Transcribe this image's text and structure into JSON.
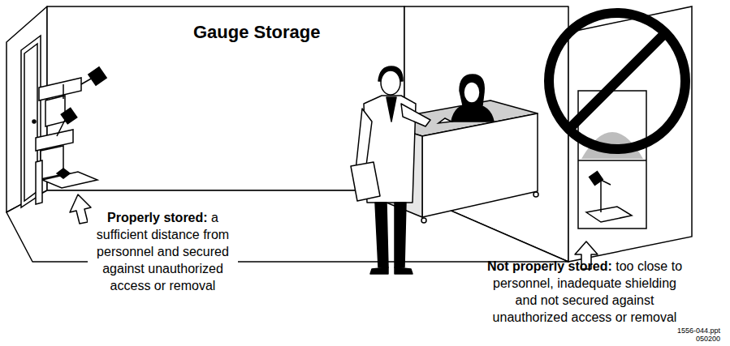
{
  "diagram": {
    "title": "Gauge Storage",
    "labels": [
      "Properly stored:",
      "a sufficient distance from personnel and secured against unauthorized access or removal",
      "Not properly stored:",
      "too close to personnel, inadequate shielding and not secured against unauthorized access or removal",
      "1556-044.ppt",
      "050200"
    ]
  }
}
